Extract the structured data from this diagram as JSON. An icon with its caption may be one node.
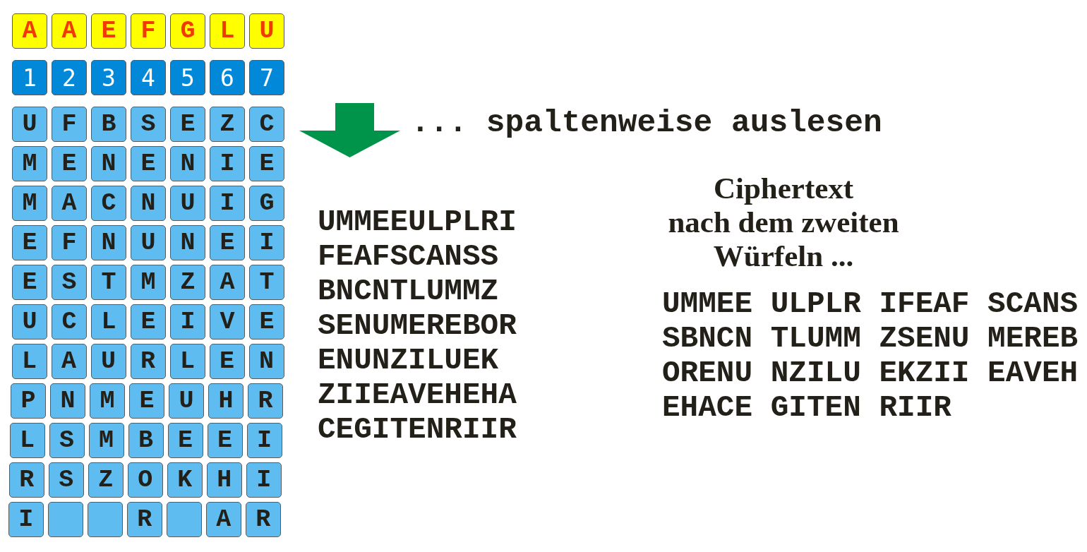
{
  "diagram": {
    "nodes": [
      {
        "text": [
          "A"
        ]
      },
      {
        "text": [
          "A"
        ]
      },
      {
        "text": [
          "E"
        ]
      },
      {
        "text": [
          "F"
        ]
      },
      {
        "text": [
          "G"
        ]
      },
      {
        "text": [
          "L"
        ]
      },
      {
        "text": [
          "U"
        ]
      },
      {
        "text": [
          "1"
        ]
      },
      {
        "text": [
          "2"
        ]
      },
      {
        "text": [
          "3"
        ]
      },
      {
        "text": [
          "4"
        ]
      },
      {
        "text": [
          "5"
        ]
      },
      {
        "text": [
          "6"
        ]
      },
      {
        "text": [
          "7"
        ]
      },
      {
        "text": [
          "U"
        ]
      },
      {
        "text": [
          "F"
        ]
      },
      {
        "text": [
          "B"
        ]
      },
      {
        "text": [
          "S"
        ]
      },
      {
        "text": [
          "E"
        ]
      },
      {
        "text": [
          "Z"
        ]
      },
      {
        "text": [
          "C"
        ]
      },
      {
        "text": [
          "M"
        ]
      },
      {
        "text": [
          "E"
        ]
      },
      {
        "text": [
          "N"
        ]
      },
      {
        "text": [
          "E"
        ]
      },
      {
        "text": [
          "N"
        ]
      },
      {
        "text": [
          "I"
        ]
      },
      {
        "text": [
          "E"
        ]
      },
      {
        "text": [
          "M"
        ]
      },
      {
        "text": [
          "A"
        ]
      },
      {
        "text": [
          "C"
        ]
      },
      {
        "text": [
          "N"
        ]
      },
      {
        "text": [
          "U"
        ]
      },
      {
        "text": [
          "I"
        ]
      },
      {
        "text": [
          "G"
        ]
      },
      {
        "text": [
          "E"
        ]
      },
      {
        "text": [
          "F"
        ]
      },
      {
        "text": [
          "N"
        ]
      },
      {
        "text": [
          "U"
        ]
      },
      {
        "text": [
          "N"
        ]
      },
      {
        "text": [
          "E"
        ]
      },
      {
        "text": [
          "I"
        ]
      },
      {
        "text": [
          "E"
        ]
      },
      {
        "text": [
          "S"
        ]
      },
      {
        "text": [
          "T"
        ]
      },
      {
        "text": [
          "M"
        ]
      },
      {
        "text": [
          "Z"
        ]
      },
      {
        "text": [
          "A"
        ]
      },
      {
        "text": [
          "T"
        ]
      },
      {
        "text": [
          "U"
        ]
      },
      {
        "text": [
          "C"
        ]
      },
      {
        "text": [
          "L"
        ]
      },
      {
        "text": [
          "E"
        ]
      },
      {
        "text": [
          "I"
        ]
      },
      {
        "text": [
          "V"
        ]
      },
      {
        "text": [
          "E"
        ]
      },
      {
        "text": [
          "L"
        ]
      },
      {
        "text": [
          "A"
        ]
      },
      {
        "text": [
          "U"
        ]
      },
      {
        "text": [
          "R"
        ]
      },
      {
        "text": [
          "L"
        ]
      },
      {
        "text": [
          "E"
        ]
      },
      {
        "text": [
          "N"
        ]
      },
      {
        "text": [
          "P"
        ]
      },
      {
        "text": [
          "N"
        ]
      },
      {
        "text": [
          "M"
        ]
      },
      {
        "text": [
          "E"
        ]
      },
      {
        "text": [
          "U"
        ]
      },
      {
        "text": [
          "H"
        ]
      },
      {
        "text": [
          "R"
        ]
      },
      {
        "text": [
          "L"
        ]
      },
      {
        "text": [
          "S"
        ]
      },
      {
        "text": [
          "M"
        ]
      },
      {
        "text": [
          "B"
        ]
      },
      {
        "text": [
          "E"
        ]
      },
      {
        "text": [
          "E"
        ]
      },
      {
        "text": [
          "I"
        ]
      },
      {
        "text": [
          "R"
        ]
      },
      {
        "text": [
          "S"
        ]
      },
      {
        "text": [
          "Z"
        ]
      },
      {
        "text": [
          "O"
        ]
      },
      {
        "text": [
          "K"
        ]
      },
      {
        "text": [
          "H"
        ]
      },
      {
        "text": [
          "I"
        ]
      },
      {
        "text": [
          "I"
        ]
      },
      {
        "text": [],
        "shape": "box"
      },
      {
        "text": [],
        "shape": "box"
      },
      {
        "text": [
          "R"
        ]
      },
      {
        "text": [],
        "shape": "box"
      },
      {
        "text": [
          "A"
        ]
      },
      {
        "text": [
          "R"
        ]
      }
    ],
    "labels": [
      "... spaltenweise auslesen",
      "UMMEEULPLRI",
      "FEAFSCANSS",
      "BNCNTLUMMZ",
      "SENUMEREBOR",
      "ENUNZILUEK",
      "ZIIEAVEHEHA",
      "CEGITENRIIR",
      "Ciphertext nach dem zweiten Würfeln ...",
      "UMMEE ULPLR IFEAF SCANS",
      "SBNCN TLUMM ZSENU MEREB",
      "ORENU NZILU EKZII EAVEH",
      "EHACE GITEN RIIR"
    ]
  }
}
